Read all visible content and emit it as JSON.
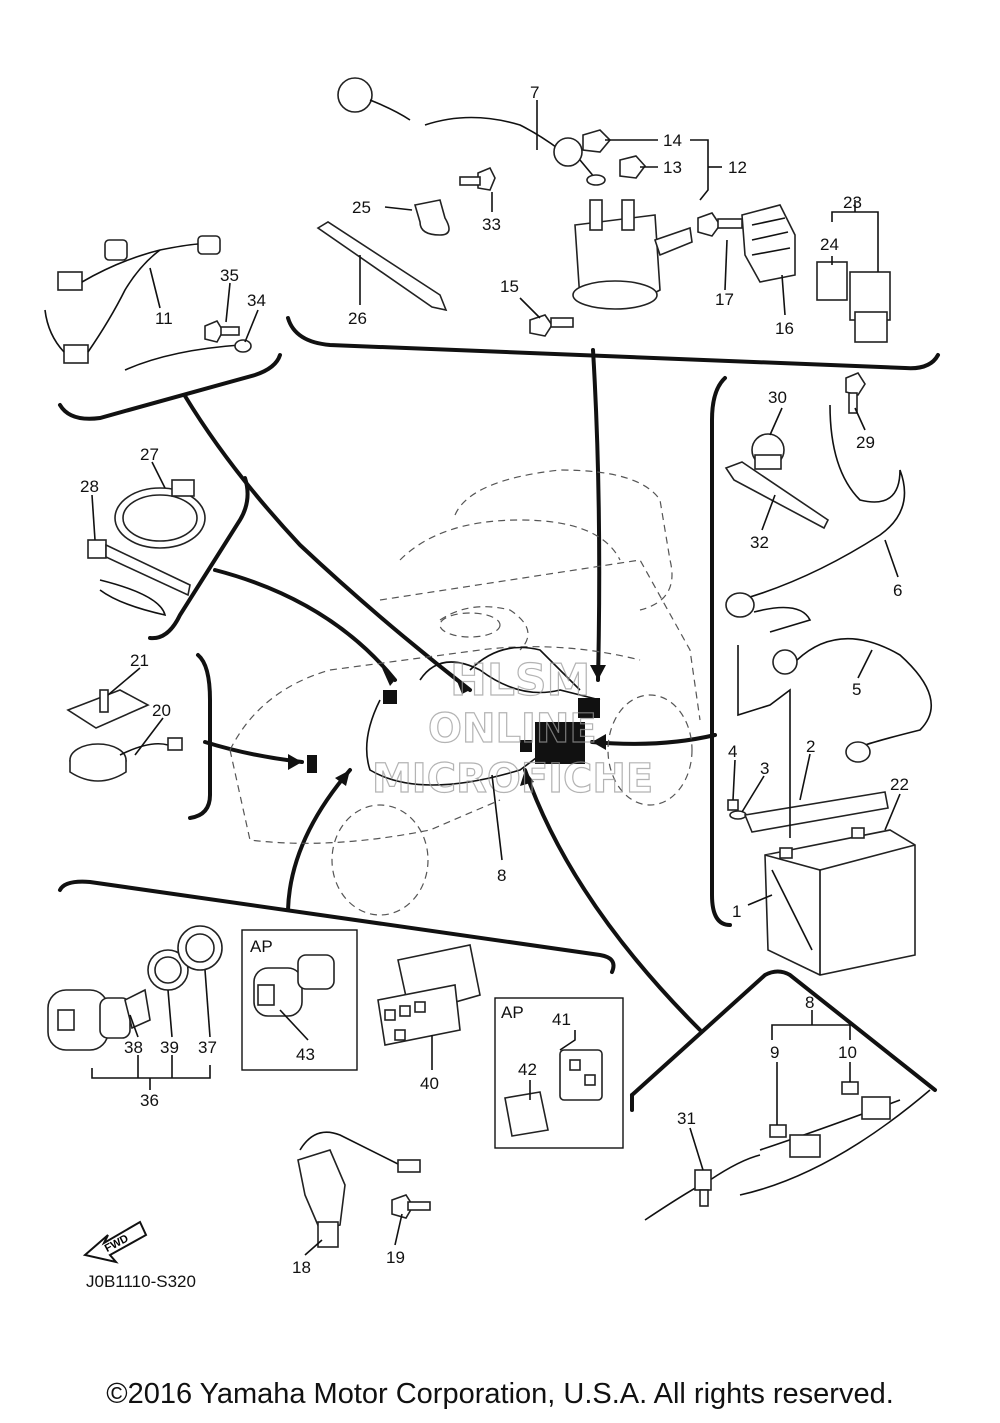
{
  "diagram": {
    "code": "J0B1110-S320",
    "fwd_label": "FWD",
    "ap_label_1": "AP",
    "ap_label_2": "AP",
    "watermark": [
      "HLSM",
      "ONLINE",
      "MICROFICHE"
    ],
    "callouts": {
      "n1": "1",
      "n2": "2",
      "n3": "3",
      "n4": "4",
      "n5": "5",
      "n6": "6",
      "n7": "7",
      "n8": "8",
      "n8b": "8",
      "n9": "9",
      "n10": "10",
      "n11": "11",
      "n12": "12",
      "n13": "13",
      "n14": "14",
      "n15": "15",
      "n16": "16",
      "n17": "17",
      "n18": "18",
      "n19": "19",
      "n20": "20",
      "n21": "21",
      "n22": "22",
      "n23": "23",
      "n24": "24",
      "n25": "25",
      "n26": "26",
      "n27": "27",
      "n28": "28",
      "n29": "29",
      "n30": "30",
      "n31": "31",
      "n32": "32",
      "n33": "33",
      "n34": "34",
      "n35": "35",
      "n36": "36",
      "n37": "37",
      "n38": "38",
      "n39": "39",
      "n40": "40",
      "n41": "41",
      "n42": "42",
      "n43": "43"
    }
  },
  "footer": {
    "copyright": "©2016 Yamaha Motor Corporation, U.S.A. All rights reserved."
  }
}
